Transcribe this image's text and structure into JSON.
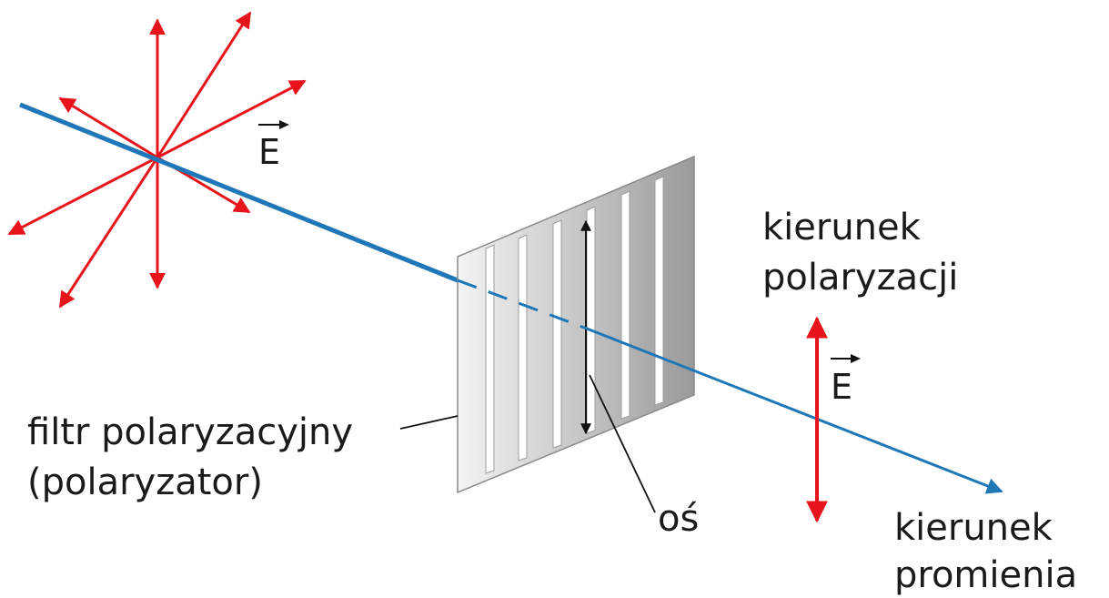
{
  "labels": {
    "field_vector_letter": "E",
    "field_vector_letter_2": "E",
    "polarization_direction_line1": "kierunek",
    "polarization_direction_line2": "polaryzacji",
    "filter_line1": "filtr polaryzacyjny",
    "filter_line2": "(polaryzator)",
    "axis": "oś",
    "ray_direction_line1": "kierunek",
    "ray_direction_line2": "promienia"
  },
  "colors": {
    "field_vectors": "#e8141c",
    "ray": "#1f77b8",
    "filter_light": "#f4f4f4",
    "filter_dark": "#9a9a9a",
    "text": "#1a1a1a"
  }
}
